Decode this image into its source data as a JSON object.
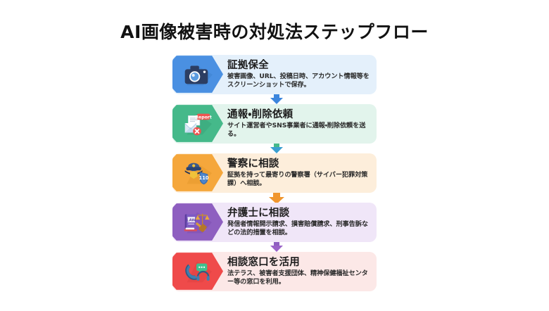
{
  "header": {
    "title": "AI画像被害時の対処法ステップフロー"
  },
  "theme": {
    "background": "#ffffff",
    "title_color": "#121212"
  },
  "flow": {
    "steps": [
      {
        "title": "証拠保全",
        "description": "被害画像、URL、投稿日時、アカウント情報等をスクリーンショットで保存。",
        "icon": "camera-icon",
        "icon_panel_color": "#4a90e2",
        "card_color": "#e4f0fb",
        "arrow_color": "#3c86dd"
      },
      {
        "title": "通報・削除依頼",
        "description": "サイト運営者やSNS事業者に通報・削除依頼を送る。",
        "icon": "report-envelope-icon",
        "icon_panel_color": "#45b98a",
        "card_color": "#e2f4ec",
        "arrow_color": "#45b98a",
        "badge_label": "Report",
        "badge_color": "#ef5350"
      },
      {
        "title": "警察に相談",
        "description": "証拠を持って最寄りの警察署（サイバー犯罪対策課）へ相談。",
        "icon": "police-badge-icon",
        "icon_panel_color": "#f5a councils",
        "card_color": "#fdeedb",
        "arrow_color": "#f0962e",
        "badge_label": "110"
      },
      {
        "title": "弁護士に相談",
        "description": "発信者情報開示請求、損害賠償請求、刑事告訴などの法的措置を相談。",
        "icon": "law-gavel-icon",
        "icon_panel_color": "#8e5fc0",
        "card_color": "#f0e6f8",
        "arrow_color": "#8e5fc0",
        "badge_label": "LAW"
      },
      {
        "title": "相談窓口を活用",
        "description": "法テラス、被害者支援団体、精神保健福祉センター等の窓口を利用。",
        "icon": "support-phone-icon",
        "icon_panel_color": "#ef4a4a",
        "card_color": "#fce8e7",
        "arrow_color": "#ef4a4a"
      }
    ]
  }
}
